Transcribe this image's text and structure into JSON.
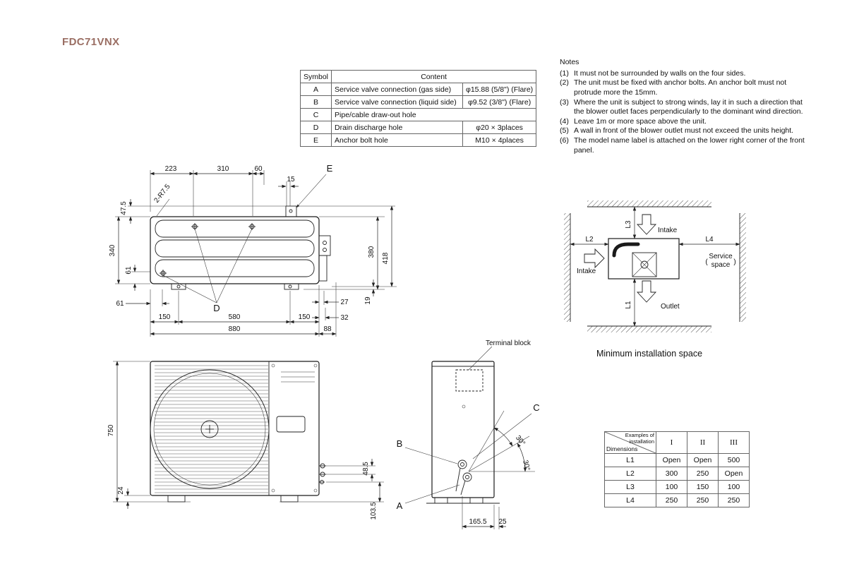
{
  "title": "FDC71VNX",
  "symbol_table": {
    "header_symbol": "Symbol",
    "header_content": "Content",
    "rows": [
      {
        "symbol": "A",
        "desc": "Service valve connection (gas side)",
        "value": "φ15.88 (5/8\")  (Flare)"
      },
      {
        "symbol": "B",
        "desc": "Service valve connection (liquid side)",
        "value": "φ9.52 (3/8\")  (Flare)"
      },
      {
        "symbol": "C",
        "desc": "Pipe/cable draw-out hole",
        "value": ""
      },
      {
        "symbol": "D",
        "desc": "Drain discharge hole",
        "value": "φ20 × 3places"
      },
      {
        "symbol": "E",
        "desc": "Anchor bolt hole",
        "value": "M10 × 4places"
      }
    ]
  },
  "notes": {
    "title": "Notes",
    "items": [
      {
        "num": "(1)",
        "text": "It must not be surrounded by walls on the four sides."
      },
      {
        "num": "(2)",
        "text": "The unit must be fixed with anchor bolts. An anchor bolt must not protrude more the 15mm."
      },
      {
        "num": "(3)",
        "text": "Where the unit is subject to strong winds, lay it in such a direction that the blower outlet faces perpendicularly to the dominant wind direction."
      },
      {
        "num": "(4)",
        "text": "Leave 1m or more space above the unit."
      },
      {
        "num": "(5)",
        "text": "A wall in front of the blower outlet must not exceed the units height."
      },
      {
        "num": "(6)",
        "text": "The model name label is attached on the lower right corner of the front panel."
      }
    ]
  },
  "top_view": {
    "d223": "223",
    "d310": "310",
    "d60": "60",
    "d15": "15",
    "corner_radius": "2-R7.5",
    "d47_5": "47.5",
    "d340": "340",
    "d61_left": "61",
    "d61_bottom": "61",
    "d150_l": "150",
    "d580": "580",
    "d150_r": "150",
    "d880": "880",
    "d88": "88",
    "d380": "380",
    "d418": "418",
    "d27": "27",
    "d19": "19",
    "d32": "32",
    "label_d": "D",
    "label_e": "E"
  },
  "front_view": {
    "d750": "750",
    "d24": "24",
    "d48_5": "48.5",
    "d103_5": "103.5"
  },
  "side_view": {
    "terminal_block": "Terminal block",
    "label_a": "A",
    "label_b": "B",
    "label_c": "C",
    "d165_5": "165.5",
    "d25": "25",
    "angle1": "30°",
    "angle2": "30°"
  },
  "space_diagram": {
    "l1": "L1",
    "l2": "L2",
    "l3": "L3",
    "l4": "L4",
    "intake_top": "Intake",
    "intake_left": "Intake",
    "outlet": "Outlet",
    "paren_open": "(",
    "paren_close": ")",
    "service_line1": "Service",
    "service_line2": "space",
    "caption": "Minimum installation space"
  },
  "install_table": {
    "corner_top": "Examples of installation",
    "corner_bottom": "Dimensions",
    "cols": [
      "I",
      "II",
      "III"
    ],
    "rows": [
      {
        "label": "L1",
        "values": [
          "Open",
          "Open",
          "500"
        ]
      },
      {
        "label": "L2",
        "values": [
          "300",
          "250",
          "Open"
        ]
      },
      {
        "label": "L3",
        "values": [
          "100",
          "150",
          "100"
        ]
      },
      {
        "label": "L4",
        "values": [
          "250",
          "250",
          "250"
        ]
      }
    ]
  }
}
